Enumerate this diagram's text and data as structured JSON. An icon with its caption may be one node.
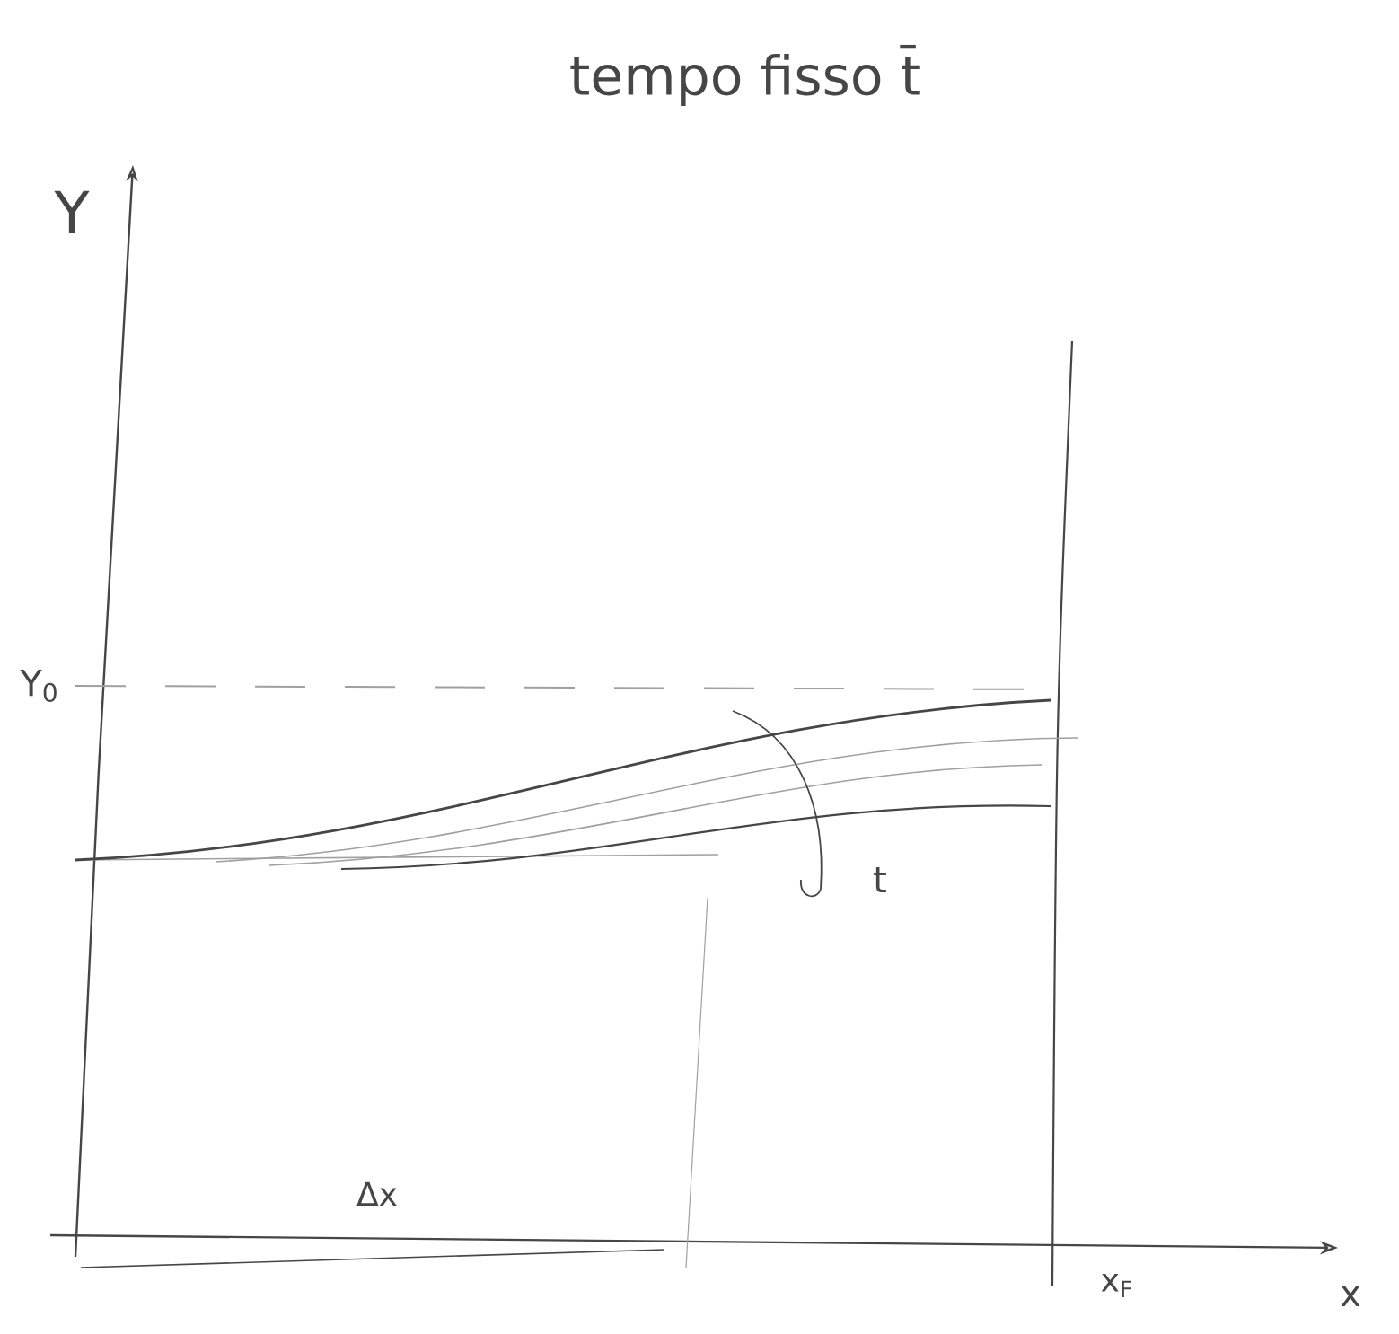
{
  "diagram": {
    "title": "tempo fisso t̄",
    "labels": [
      "Y",
      "Y$_{0}$",
      "t",
      "Δx",
      "x$_{F}$",
      "x"
    ]
  }
}
